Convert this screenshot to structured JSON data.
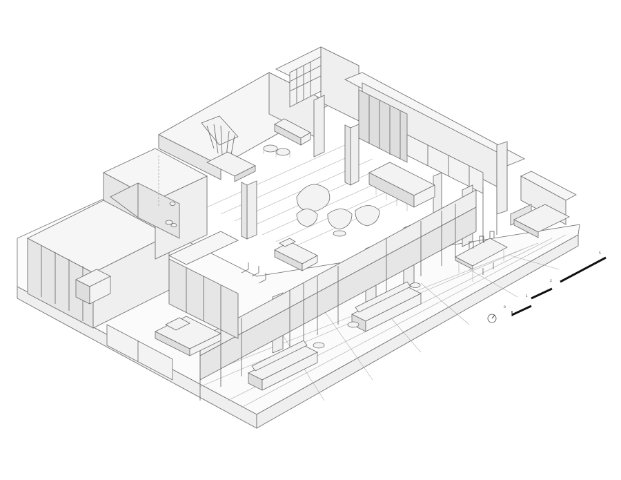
{
  "scale_bar": {
    "labels": [
      "0",
      "1",
      "2",
      "5"
    ]
  },
  "north_arrow": {
    "icon": "compass-north-icon"
  },
  "colors": {
    "line": "#6f6f6f",
    "wall_face": "#e6e6e6",
    "background": "#ffffff",
    "scale_bar": "#111111"
  }
}
